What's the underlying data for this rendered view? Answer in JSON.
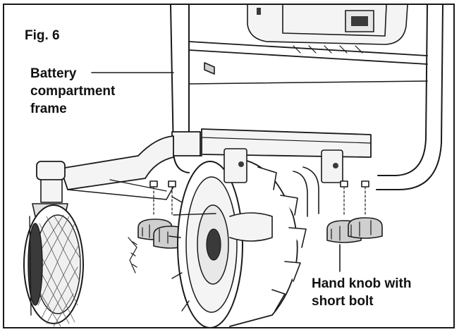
{
  "figure": {
    "number_label": "Fig. 6"
  },
  "callouts": {
    "battery_frame": {
      "lines": [
        "Battery",
        "compartment",
        "frame"
      ]
    },
    "hand_knob": {
      "lines": [
        "Hand knob with",
        "short bolt"
      ]
    }
  },
  "colors": {
    "line": "#1a1a1a",
    "fill_light": "#f4f4f4",
    "fill_mid": "#cfcfcf",
    "fill_dark": "#3a3a3a"
  }
}
